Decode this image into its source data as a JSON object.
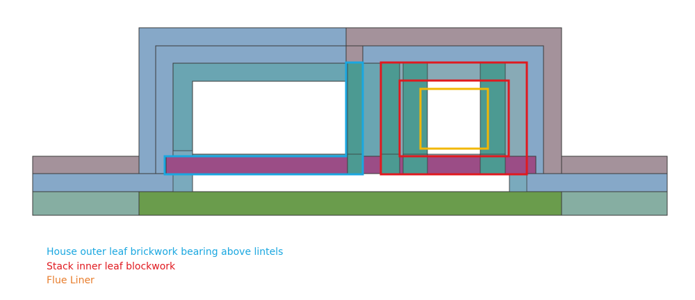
{
  "legend": [
    {
      "id": "outer-leaf",
      "text": "House outer leaf brickwork bearing above lintels",
      "color": "#1aa7e0"
    },
    {
      "id": "inner-leaf",
      "text": "Stack inner leaf blockwork",
      "color": "#e0191f"
    },
    {
      "id": "flue-liner",
      "text": "Flue Liner",
      "color": "#e87d2c"
    }
  ],
  "colors": {
    "blue_wall": "#86a8c8",
    "mauve_wall": "#a4929b",
    "teal_block": "#4c9a92",
    "green_slab": "#6a9c4c",
    "sage_slab": "#86aea2",
    "purple_lintel": "#9b4d86",
    "outer_leaf_outline": "#1aa7e0",
    "inner_leaf_outline": "#e0191f",
    "flue_liner_outline": "#f2b705"
  }
}
